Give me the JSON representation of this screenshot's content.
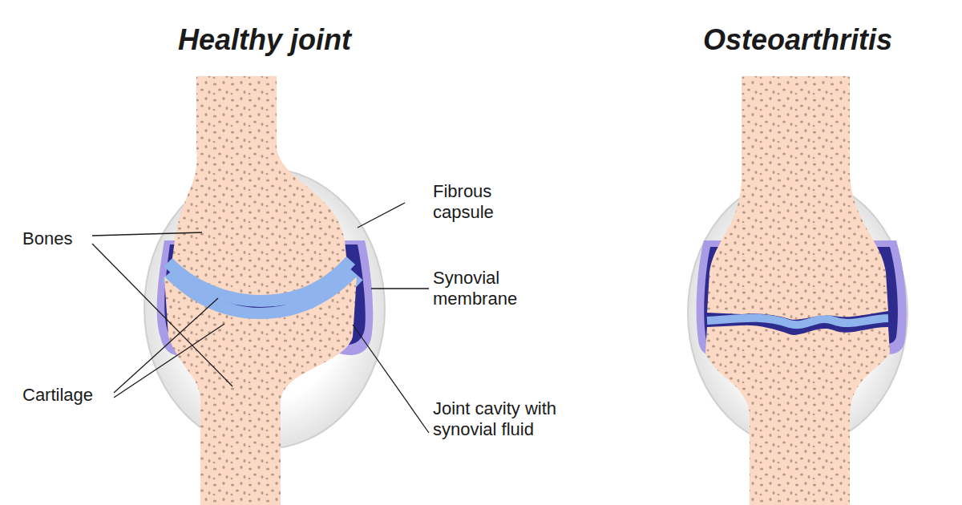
{
  "diagram": {
    "labels": [
      "Healthy joint",
      "Osteoarthritis",
      "Bones",
      "Fibrous capsule",
      "Synovial membrane",
      "Cartilage",
      "Joint cavity with synovial fluid"
    ]
  }
}
